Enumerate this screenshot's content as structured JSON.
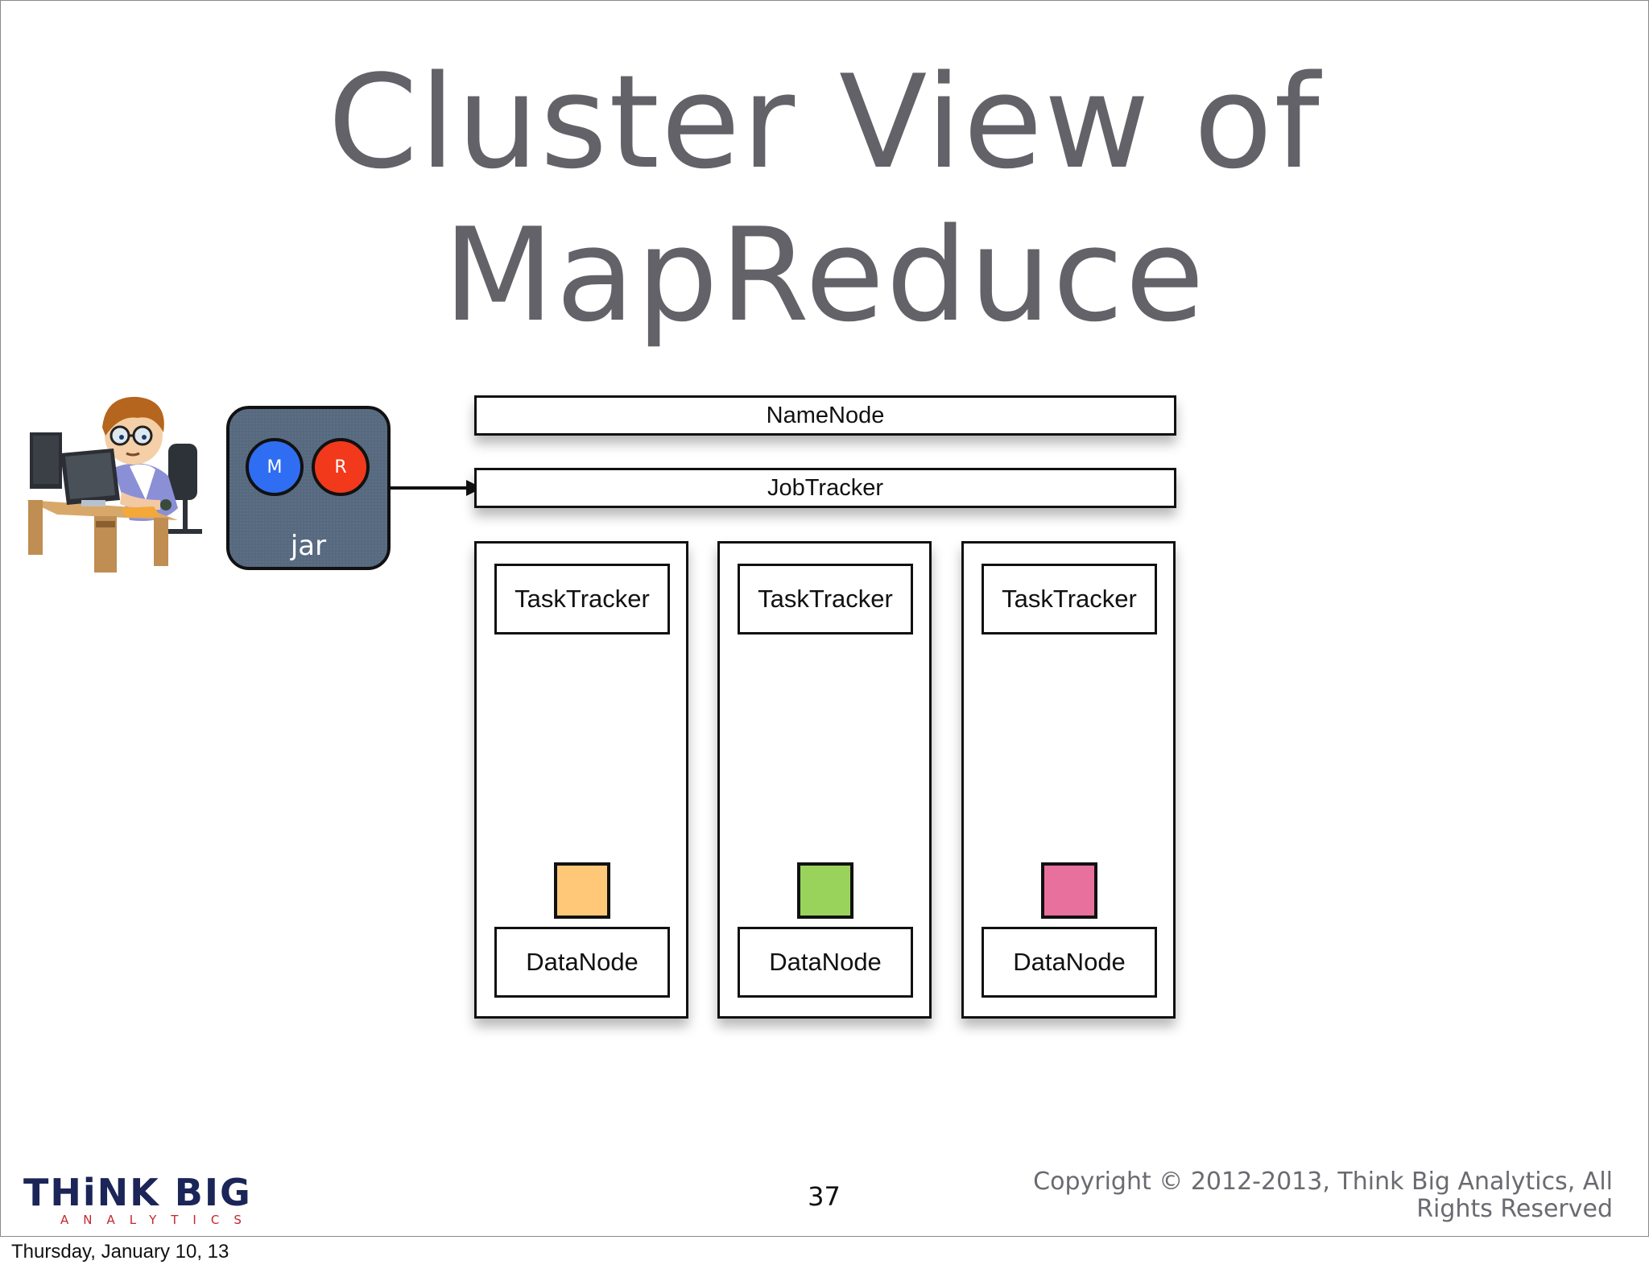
{
  "slide": {
    "title_line1": "Cluster View of",
    "title_line2": "MapReduce",
    "page_number": "37",
    "copyright_line1": "Copyright © 2012-2013, Think Big Analytics, All",
    "copyright_line2": "Rights Reserved",
    "logo_main": "THiNK BIG",
    "logo_sub": "ANALYTICS",
    "date": "Thursday, January 10, 13"
  },
  "jar": {
    "label": "jar",
    "map_label": "M",
    "reduce_label": "R",
    "map_color": "#2f6ef2",
    "reduce_color": "#f2391b",
    "bg_color": "#56697f"
  },
  "cluster": {
    "namenode": "NameNode",
    "jobtracker": "JobTracker",
    "nodes": [
      {
        "tasktracker": "TaskTracker",
        "datanode": "DataNode",
        "block_color": "#ffc878"
      },
      {
        "tasktracker": "TaskTracker",
        "datanode": "DataNode",
        "block_color": "#99d35c"
      },
      {
        "tasktracker": "TaskTracker",
        "datanode": "DataNode",
        "block_color": "#e8709c"
      }
    ]
  },
  "icons": [
    "developer-illustration",
    "arrow-right-icon"
  ]
}
